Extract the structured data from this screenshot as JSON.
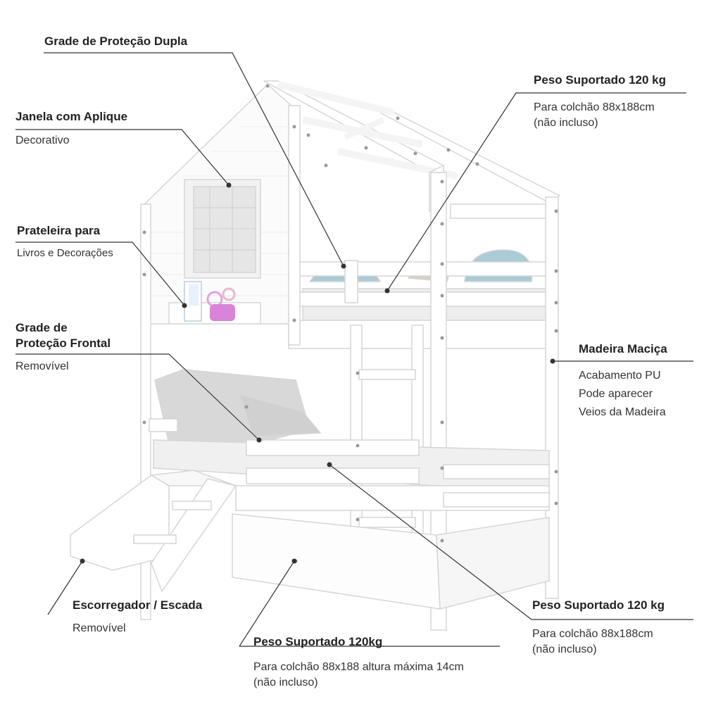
{
  "callouts": {
    "grade_dupla": {
      "title": "Grade de Proteção Dupla"
    },
    "janela": {
      "title": "Janela com Aplique",
      "desc": "Decorativo"
    },
    "prateleira": {
      "title": "Prateleira para",
      "desc": "Livros e Decorações"
    },
    "grade_frontal": {
      "title_line1": "Grade de",
      "title_line2": "Proteção Frontal",
      "desc": "Removível"
    },
    "escorregador": {
      "title": "Escorregador / Escada",
      "desc": "Removível"
    },
    "peso_baixo": {
      "title": "Peso Suportado 120kg",
      "desc_line1": "Para colchão 88x188 altura máxima 14cm",
      "desc_line2": "(não incluso)"
    },
    "peso_topo": {
      "title": "Peso Suportado 120 kg",
      "desc_line1": "Para colchão 88x188cm",
      "desc_line2": "(não incluso)"
    },
    "madeira": {
      "title": "Madeira Maciça",
      "desc_line1": "Acabamento PU",
      "desc_line2": "Pode aparecer",
      "desc_line3": "Veios da Madeira"
    },
    "peso_meio": {
      "title": "Peso Suportado 120 kg",
      "desc_line1": "Para colchão 88x188cm",
      "desc_line2": "(não incluso)"
    }
  },
  "colors": {
    "frame": "#ffffff",
    "outline": "#d8d8d8",
    "shadow": "#ececec",
    "mattress": "#f0f0f0",
    "line": "#333333",
    "pillow_blue": "#a9cbd6",
    "pillow_gray": "#c9c9c9",
    "toy_pink": "#d884d8"
  },
  "icons": [
    "bunk-bed-illustration"
  ]
}
